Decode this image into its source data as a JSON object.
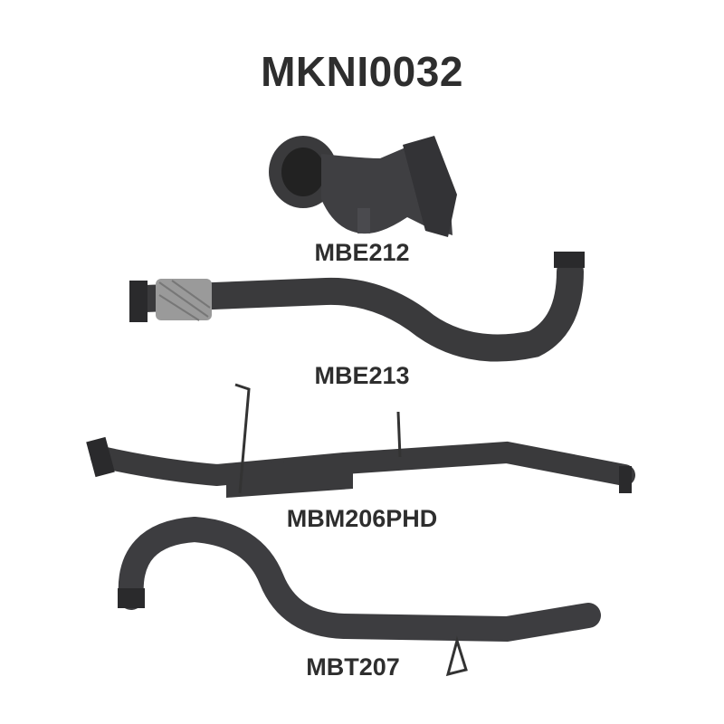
{
  "title": "MKNI0032",
  "parts": [
    {
      "code": "MBE212"
    },
    {
      "code": "MBE213"
    },
    {
      "code": "MBM206PHD"
    },
    {
      "code": "MBT207"
    }
  ],
  "colors": {
    "pipe": "#3a3a3c",
    "pipe_highlight": "#5a5a5e",
    "text": "#2e2e2e",
    "flex": "#9a9a9a"
  }
}
